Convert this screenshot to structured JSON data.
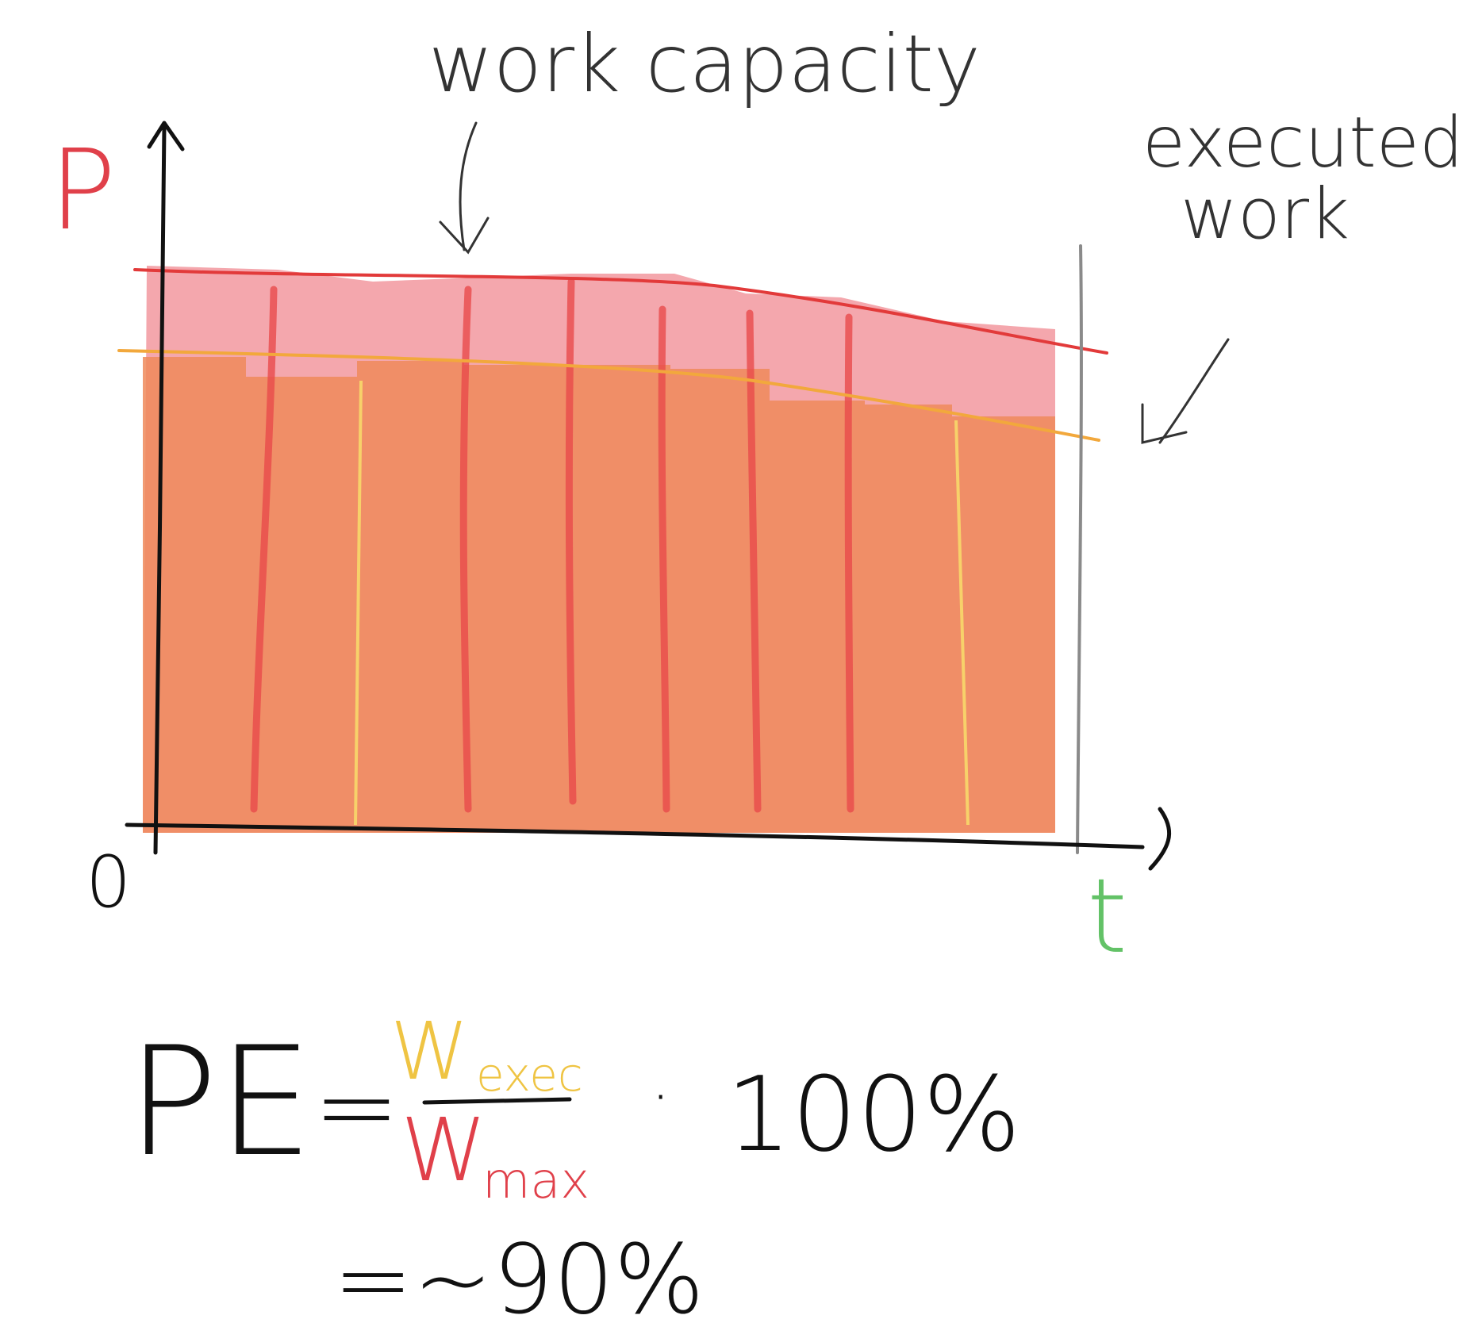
{
  "labels": {
    "y_axis": "P",
    "x_axis": "t",
    "origin": "0",
    "capacity_annotation": "work capacity",
    "executed_annotation_line1": "executed",
    "executed_annotation_line2": "work"
  },
  "formula": {
    "lhs": "PE",
    "equals": "=",
    "numerator_symbol": "W",
    "numerator_subscript": "exec",
    "denominator_symbol": "W",
    "denominator_subscript": "max",
    "multiply": "·",
    "factor": "100%",
    "result": "=~90%"
  },
  "colors": {
    "axis": "#111111",
    "capacity_line": "#e23a3a",
    "executed_line": "#f2b632",
    "capacity_fill": "#f08a92",
    "executed_fill": "#ee8a5a",
    "limit_line": "#8a8a8a",
    "t_label": "#63c267",
    "p_label": "#e0404a",
    "exec_label": "#efc443",
    "max_label": "#e0404a",
    "annotation_text": "#333333"
  }
}
